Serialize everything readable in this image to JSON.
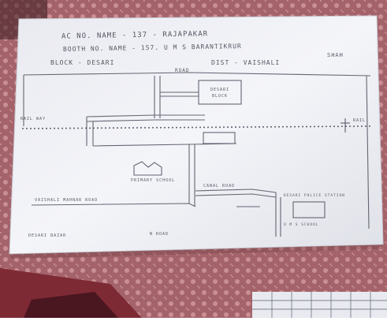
{
  "photo": {
    "header": {
      "line1": "AC NO. NAME - 137 - RAJAPAKAR",
      "line2": "BOOTH NO. NAME - 157. U M S BARANTIKRUR",
      "line2_cont": "SHAH",
      "line3_block": "BLOCK - DESARI",
      "line3_dist": "DIST - VAISHALI"
    },
    "map": {
      "road_label": "ROAD",
      "box_label": "DESARI BLOCK",
      "rail_label_left": "RAIL WAY",
      "rail_label_right": "RAIL",
      "building_label": "PRIMARY SCHOOL",
      "lower_road_label": "VAISHALI MAHNAR ROAD",
      "canal_label": "CANAL ROAD",
      "right_label": "DESARI POLICE STATION",
      "right_label_2": "U M S SCHOOL",
      "bottom_left": "DESARI BAZAR",
      "bottom_mid": "N ROAD"
    },
    "colors": {
      "wall": "#a4636b",
      "paper": "#f2f3f7",
      "pencil": "#3b3b4a",
      "cloth": "#7e2a35"
    }
  }
}
